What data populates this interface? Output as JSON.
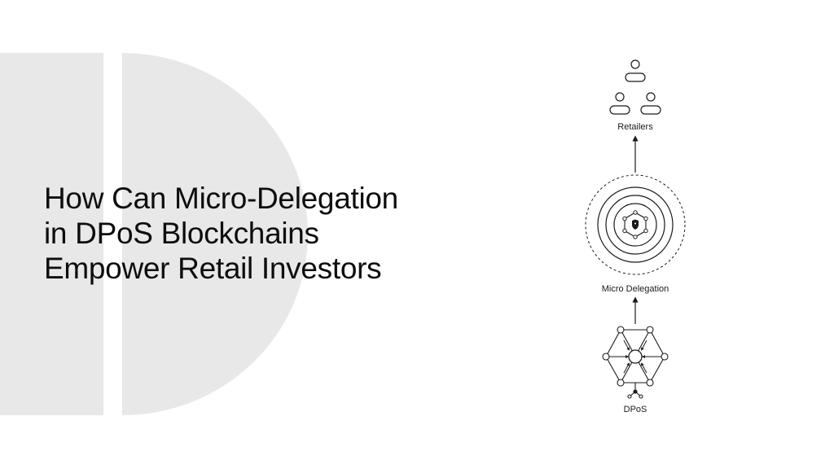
{
  "title": {
    "line1": "How Can Micro-Delegation",
    "line2": "in DPoS Blockchains",
    "line3": "Empower Retail Investors"
  },
  "diagram": {
    "nodes": {
      "retailers": "Retailers",
      "micro_delegation": "Micro Delegation",
      "dpos": "DPoS"
    },
    "icons": [
      "person-icon",
      "shield-icon",
      "hexagon-network-icon",
      "arrow-up-icon"
    ]
  },
  "colors": {
    "background": "#ffffff",
    "backdrop_shape": "#e8e8e8",
    "text": "#0d0d0d",
    "stroke": "#1a1a1a"
  }
}
